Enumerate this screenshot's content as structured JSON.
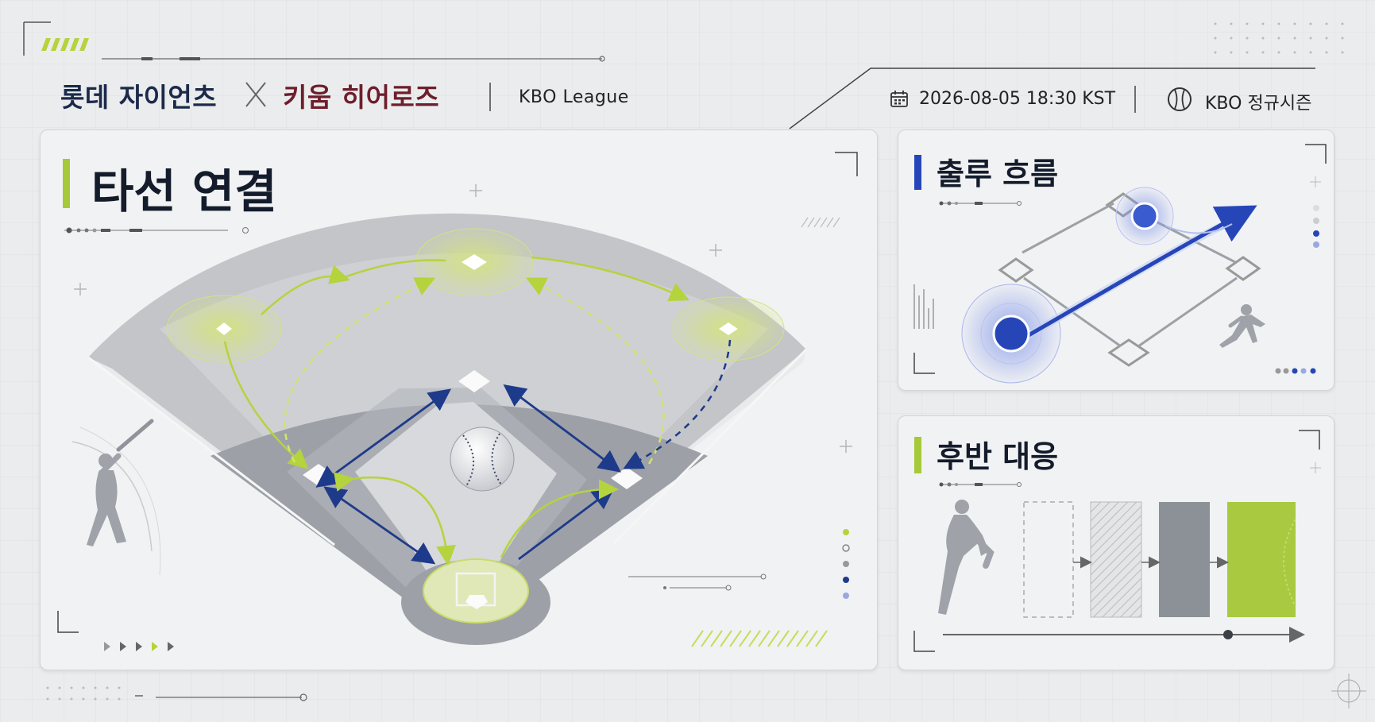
{
  "header": {
    "home_team": "롯데 자이언츠",
    "away_team": "키움 히어로즈",
    "league": "KBO League",
    "datetime": "2026-08-05 18:30 KST",
    "season": "KBO 정규시즌"
  },
  "panels": {
    "main": {
      "title": "타선 연결",
      "accent": "#a6c93a"
    },
    "onbase": {
      "title": "출루 흐름",
      "accent": "#2646b8"
    },
    "late": {
      "title": "후반 대응",
      "accent": "#a6c93a"
    }
  },
  "icons": [
    "calendar-icon",
    "baseball-icon",
    "batter-silhouette",
    "runner-silhouette",
    "pitcher-silhouette"
  ],
  "colors": {
    "navy": "#1e3a8a",
    "lime": "#b5d33c",
    "home_team": "#1b2a4a",
    "away_team": "#6e1e2c"
  }
}
